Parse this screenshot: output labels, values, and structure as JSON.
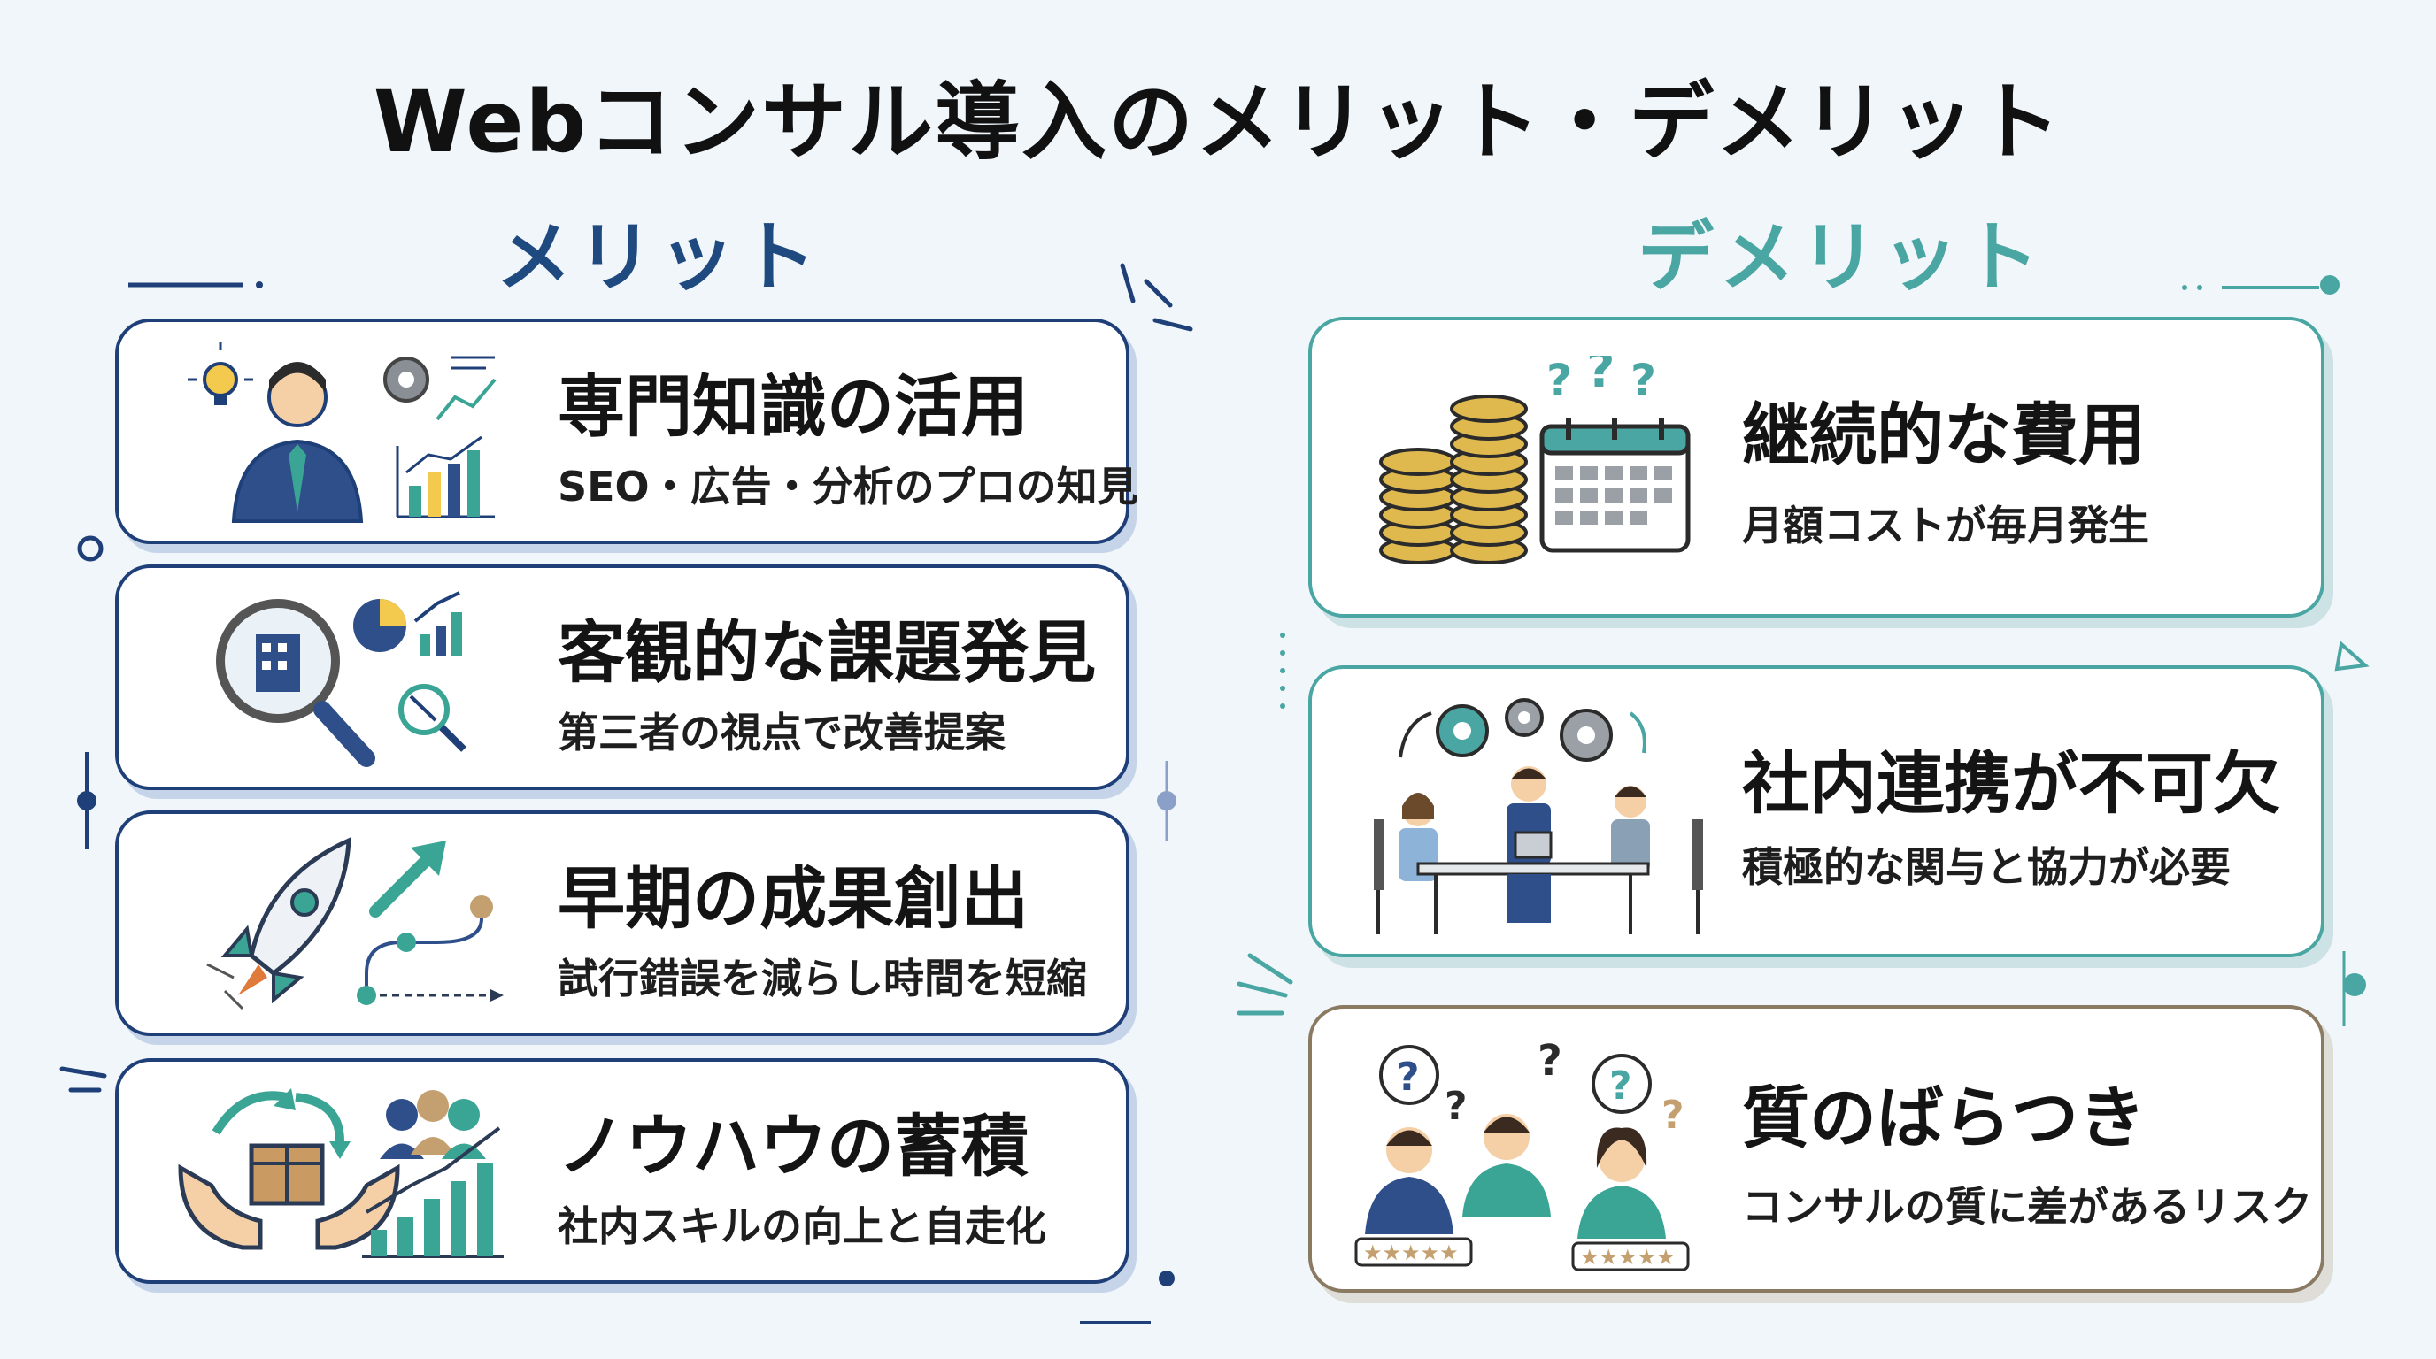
{
  "title": "Webコンサル導入のメリット・デメリット",
  "merits": {
    "heading": "メリット",
    "items": [
      {
        "title": "専門知識の活用",
        "subtitle": "SEO・広告・分析のプロの知見",
        "icon": "consultant-expert-icon"
      },
      {
        "title": "客観的な課題発見",
        "subtitle": "第三者の視点で改善提案",
        "icon": "magnifier-analysis-icon"
      },
      {
        "title": "早期の成果創出",
        "subtitle": "試行錯誤を減らし時間を短縮",
        "icon": "rocket-growth-icon"
      },
      {
        "title": "ノウハウの蓄積",
        "subtitle": "社内スキルの向上と自走化",
        "icon": "knowledge-cycle-icon"
      }
    ]
  },
  "demerits": {
    "heading": "デメリット",
    "items": [
      {
        "title": "継続的な費用",
        "subtitle": "月額コストが毎月発生",
        "icon": "coins-calendar-icon"
      },
      {
        "title": "社内連携が不可欠",
        "subtitle": "積極的な関与と協力が必要",
        "icon": "team-meeting-icon"
      },
      {
        "title": "質のばらつき",
        "subtitle": "コンサルの質に差があるリスク",
        "icon": "consultant-quality-icon"
      }
    ]
  },
  "colors": {
    "merit_accent": "#1f4a80",
    "demerit_accent": "#4aa6a2",
    "quality_border": "#8a7a62",
    "background": "#f0f6fa"
  }
}
